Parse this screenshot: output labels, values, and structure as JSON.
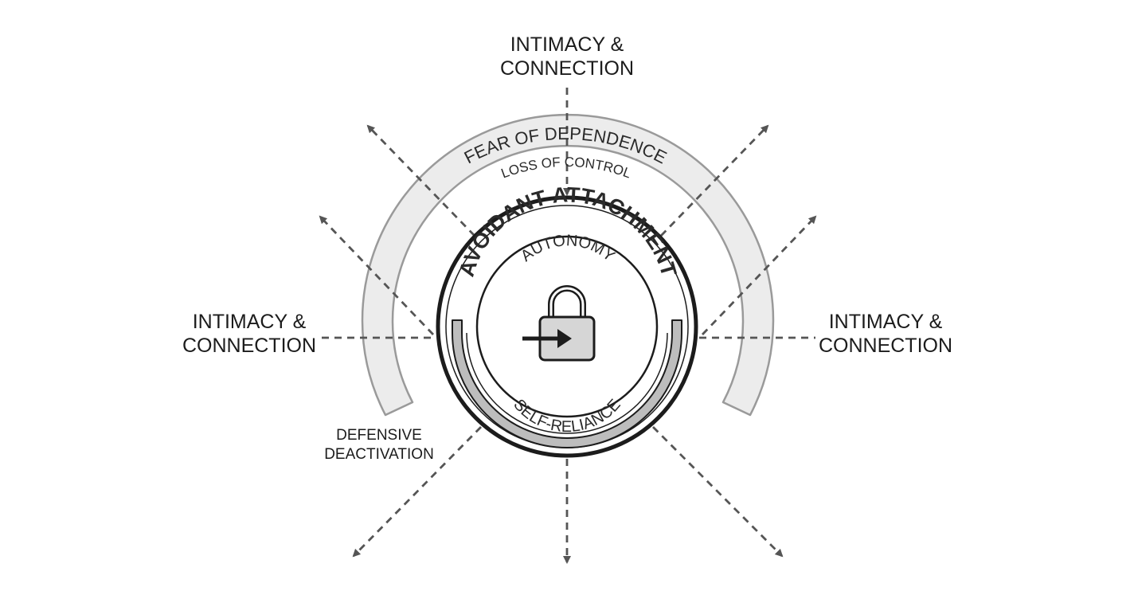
{
  "labels": {
    "top": [
      "INTIMACY &",
      "CONNECTION"
    ],
    "left": [
      "INTIMACY &",
      "CONNECTION"
    ],
    "right": [
      "INTIMACY &",
      "CONNECTION"
    ],
    "defensive": [
      "DEFENSIVE",
      "DEACTIVATION"
    ]
  },
  "shield": {
    "outer_label": "FEAR OF DEPENDENCE",
    "inner_label": "LOSS OF CONTROL"
  },
  "core": {
    "title": "AVOIDANT ATTACHMENT",
    "top_label": "AUTONOMY",
    "bottom_label": "SELF-RELIANCE",
    "center_icon": "padlock-with-arrow-icon"
  },
  "colors": {
    "ink": "#1c1c1c",
    "arrow": "#555555",
    "shield_fill": "#ececec",
    "shield_stroke": "#9a9a9a",
    "cup_fill": "#bdbdbd"
  }
}
